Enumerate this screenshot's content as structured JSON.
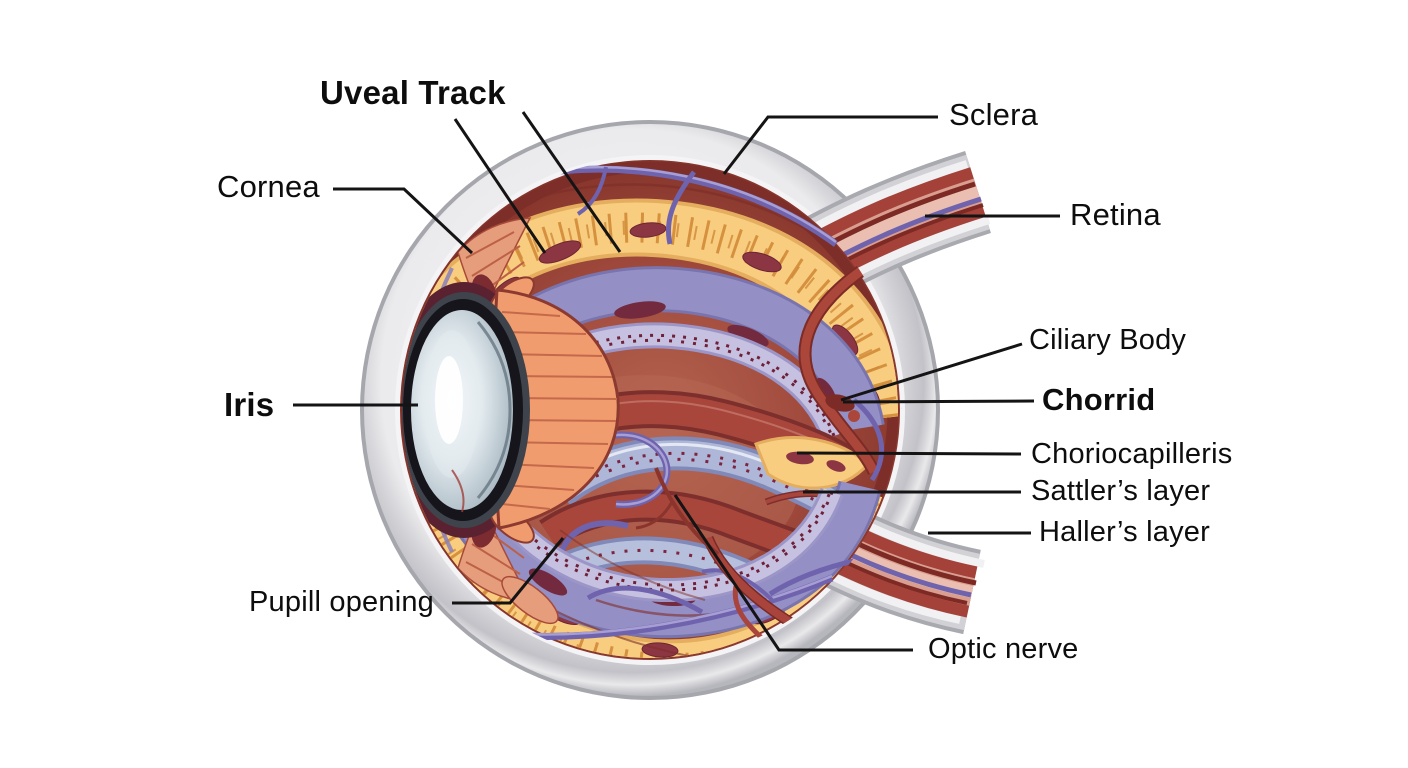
{
  "labels": {
    "uveal_track": "Uveal Track",
    "cornea": "Cornea",
    "sclera": "Sclera",
    "retina": "Retina",
    "ciliary_body": "Ciliary Body",
    "chorrid": "Chorrid",
    "choriocapilleris": "Choriocapilleris",
    "sattlers_layer": "Sattler’s layer",
    "hallers_layer": "Haller’s layer",
    "iris": "Iris",
    "pupill_opening": "Pupill opening",
    "optic_nerve": "Optic nerve"
  },
  "colors": {
    "background": "#ffffff",
    "label_text": "#0d0d0d",
    "leader_line": "#141414",
    "sclera_gray": "#d2d2d6",
    "interior_red": "#8c3a31",
    "choroid_orange": "#f8cd80",
    "stroma_lavender": "#948fc5",
    "capillary_band_blue": "#aeb7d8",
    "vessel_purple": "#6f63ae",
    "vessel_red": "#ab463b",
    "ciliary_orange": "#f19c6e",
    "pupil_maroon": "#5a2130",
    "lens_body": "#b3c1ca",
    "lens_highlight": "#ffffff"
  }
}
